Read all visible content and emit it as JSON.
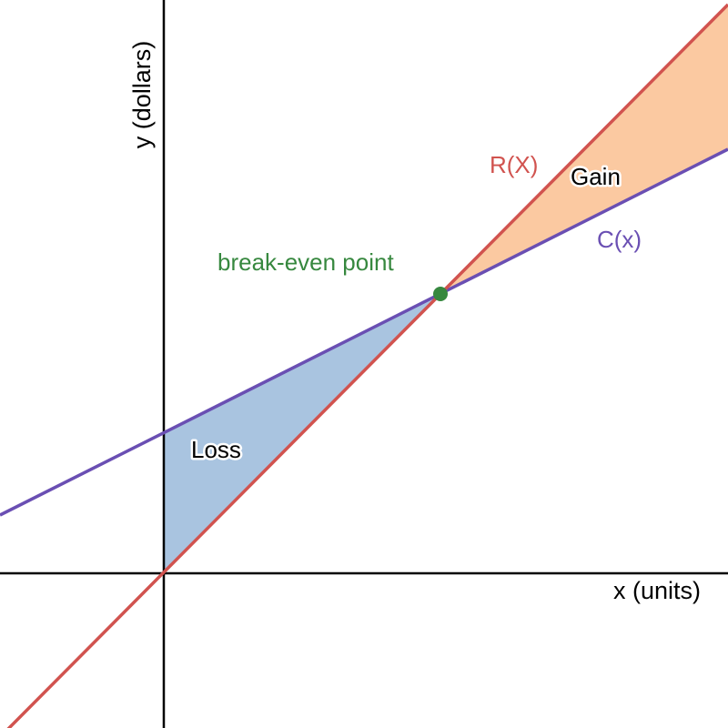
{
  "axes": {
    "x_label": "x (units)",
    "y_label": "y (dollars)"
  },
  "lines": {
    "revenue": {
      "label": "R(X)",
      "color": "#d1534f"
    },
    "cost": {
      "label": "C(x)",
      "color": "#6a4fb3"
    }
  },
  "regions": {
    "gain": {
      "label": "Gain",
      "color": "#fbc9a1"
    },
    "loss": {
      "label": "Loss",
      "color": "#a9c4e0"
    }
  },
  "break_even": {
    "label": "break-even point",
    "color": "#37883f"
  }
}
